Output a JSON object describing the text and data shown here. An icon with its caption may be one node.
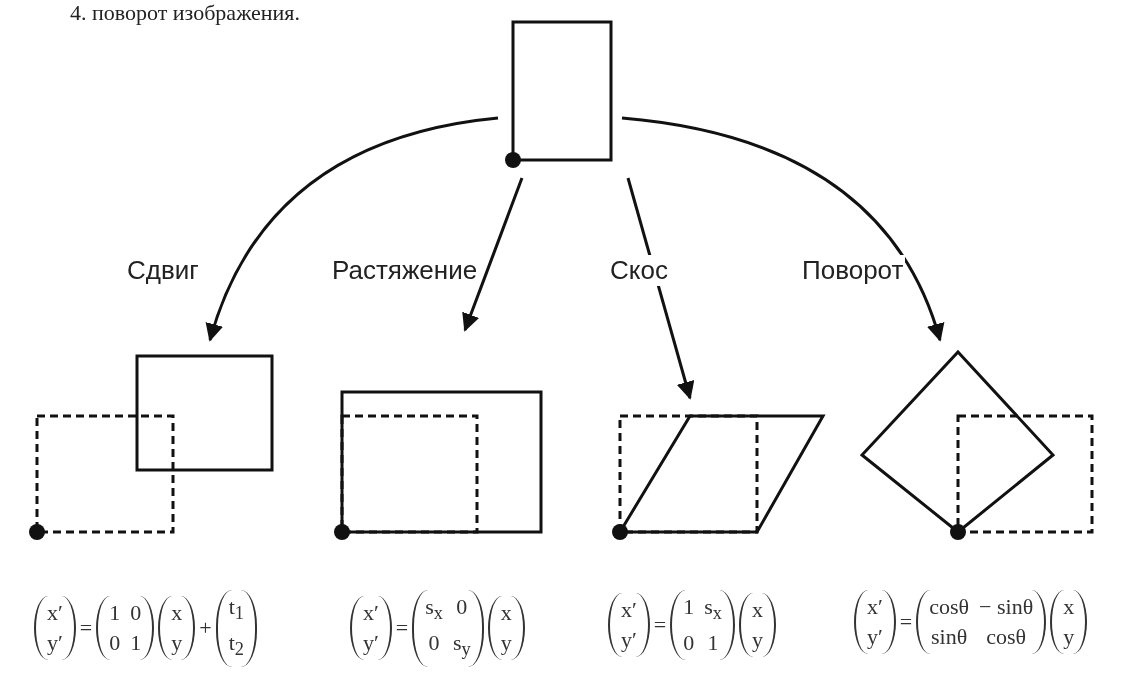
{
  "diagram": {
    "nodes": [
      {
        "text": [],
        "shape": "box"
      },
      {
        "text": [],
        "shape": "picture"
      },
      {
        "text": [],
        "shape": "picture"
      },
      {
        "text": [],
        "shape": "picture"
      },
      {
        "text": [],
        "shape": "picture"
      }
    ],
    "edges": [
      {
        "from": 0,
        "to": 1,
        "arrow": "to",
        "label": "Сдвиг"
      },
      {
        "from": 0,
        "to": 2,
        "arrow": "to",
        "label": "Растяжение"
      },
      {
        "from": 0,
        "to": 3,
        "arrow": "to",
        "label": "Скос"
      },
      {
        "from": 0,
        "to": 4,
        "arrow": "to",
        "label": "Поворот"
      }
    ],
    "labels": [
      "4. поворот изображения.",
      "x′ y′",
      "=",
      "1 0 0 1",
      "x y",
      "+",
      "t$_{1}$ t$_{2}$",
      "x′ y′",
      "=",
      "s$_{x}$ 0 0 s$_{y}$",
      "x y",
      "x′ y′",
      "=",
      "1 s$_{x}$ 0 1",
      "x y",
      "x′ y′",
      "=",
      "cosθ − sinθ sinθ cosθ",
      "x y"
    ]
  }
}
